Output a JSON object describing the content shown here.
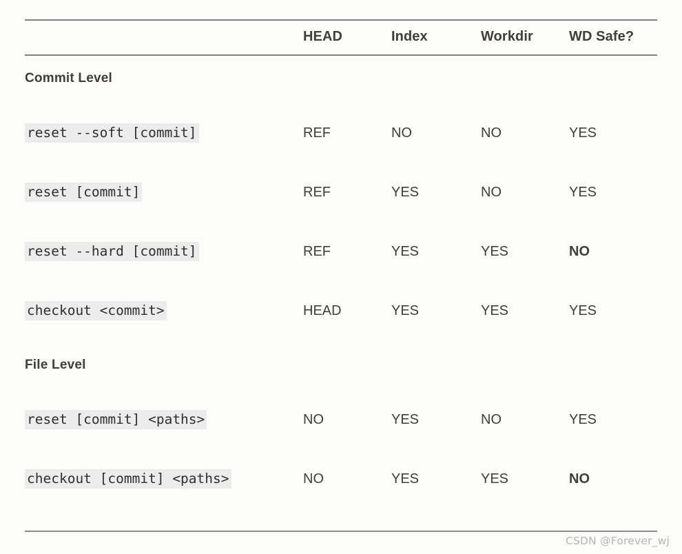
{
  "table": {
    "columns": [
      "",
      "HEAD",
      "Index",
      "Workdir",
      "WD Safe?"
    ],
    "sections": [
      {
        "title": "Commit Level",
        "rows": [
          {
            "command": "reset --soft [commit]",
            "head": "REF",
            "index": "NO",
            "workdir": "NO",
            "wd_safe": "YES",
            "wd_safe_bold": false
          },
          {
            "command": "reset [commit]",
            "head": "REF",
            "index": "YES",
            "workdir": "NO",
            "wd_safe": "YES",
            "wd_safe_bold": false
          },
          {
            "command": "reset --hard [commit]",
            "head": "REF",
            "index": "YES",
            "workdir": "YES",
            "wd_safe": "NO",
            "wd_safe_bold": true
          },
          {
            "command": "checkout <commit>",
            "head": "HEAD",
            "index": "YES",
            "workdir": "YES",
            "wd_safe": "YES",
            "wd_safe_bold": false
          }
        ]
      },
      {
        "title": "File Level",
        "rows": [
          {
            "command": "reset [commit] <paths>",
            "head": "NO",
            "index": "YES",
            "workdir": "NO",
            "wd_safe": "YES",
            "wd_safe_bold": false
          },
          {
            "command": "checkout [commit] <paths>",
            "head": "NO",
            "index": "YES",
            "workdir": "YES",
            "wd_safe": "NO",
            "wd_safe_bold": true
          }
        ]
      }
    ]
  },
  "watermark": "CSDN @Forever_wj",
  "colors": {
    "text": "#413d3a",
    "code_background": "#ececec",
    "rule": "#7f7f7f",
    "page_background": "#fcfcfb",
    "watermark": "#b5b5b5"
  }
}
